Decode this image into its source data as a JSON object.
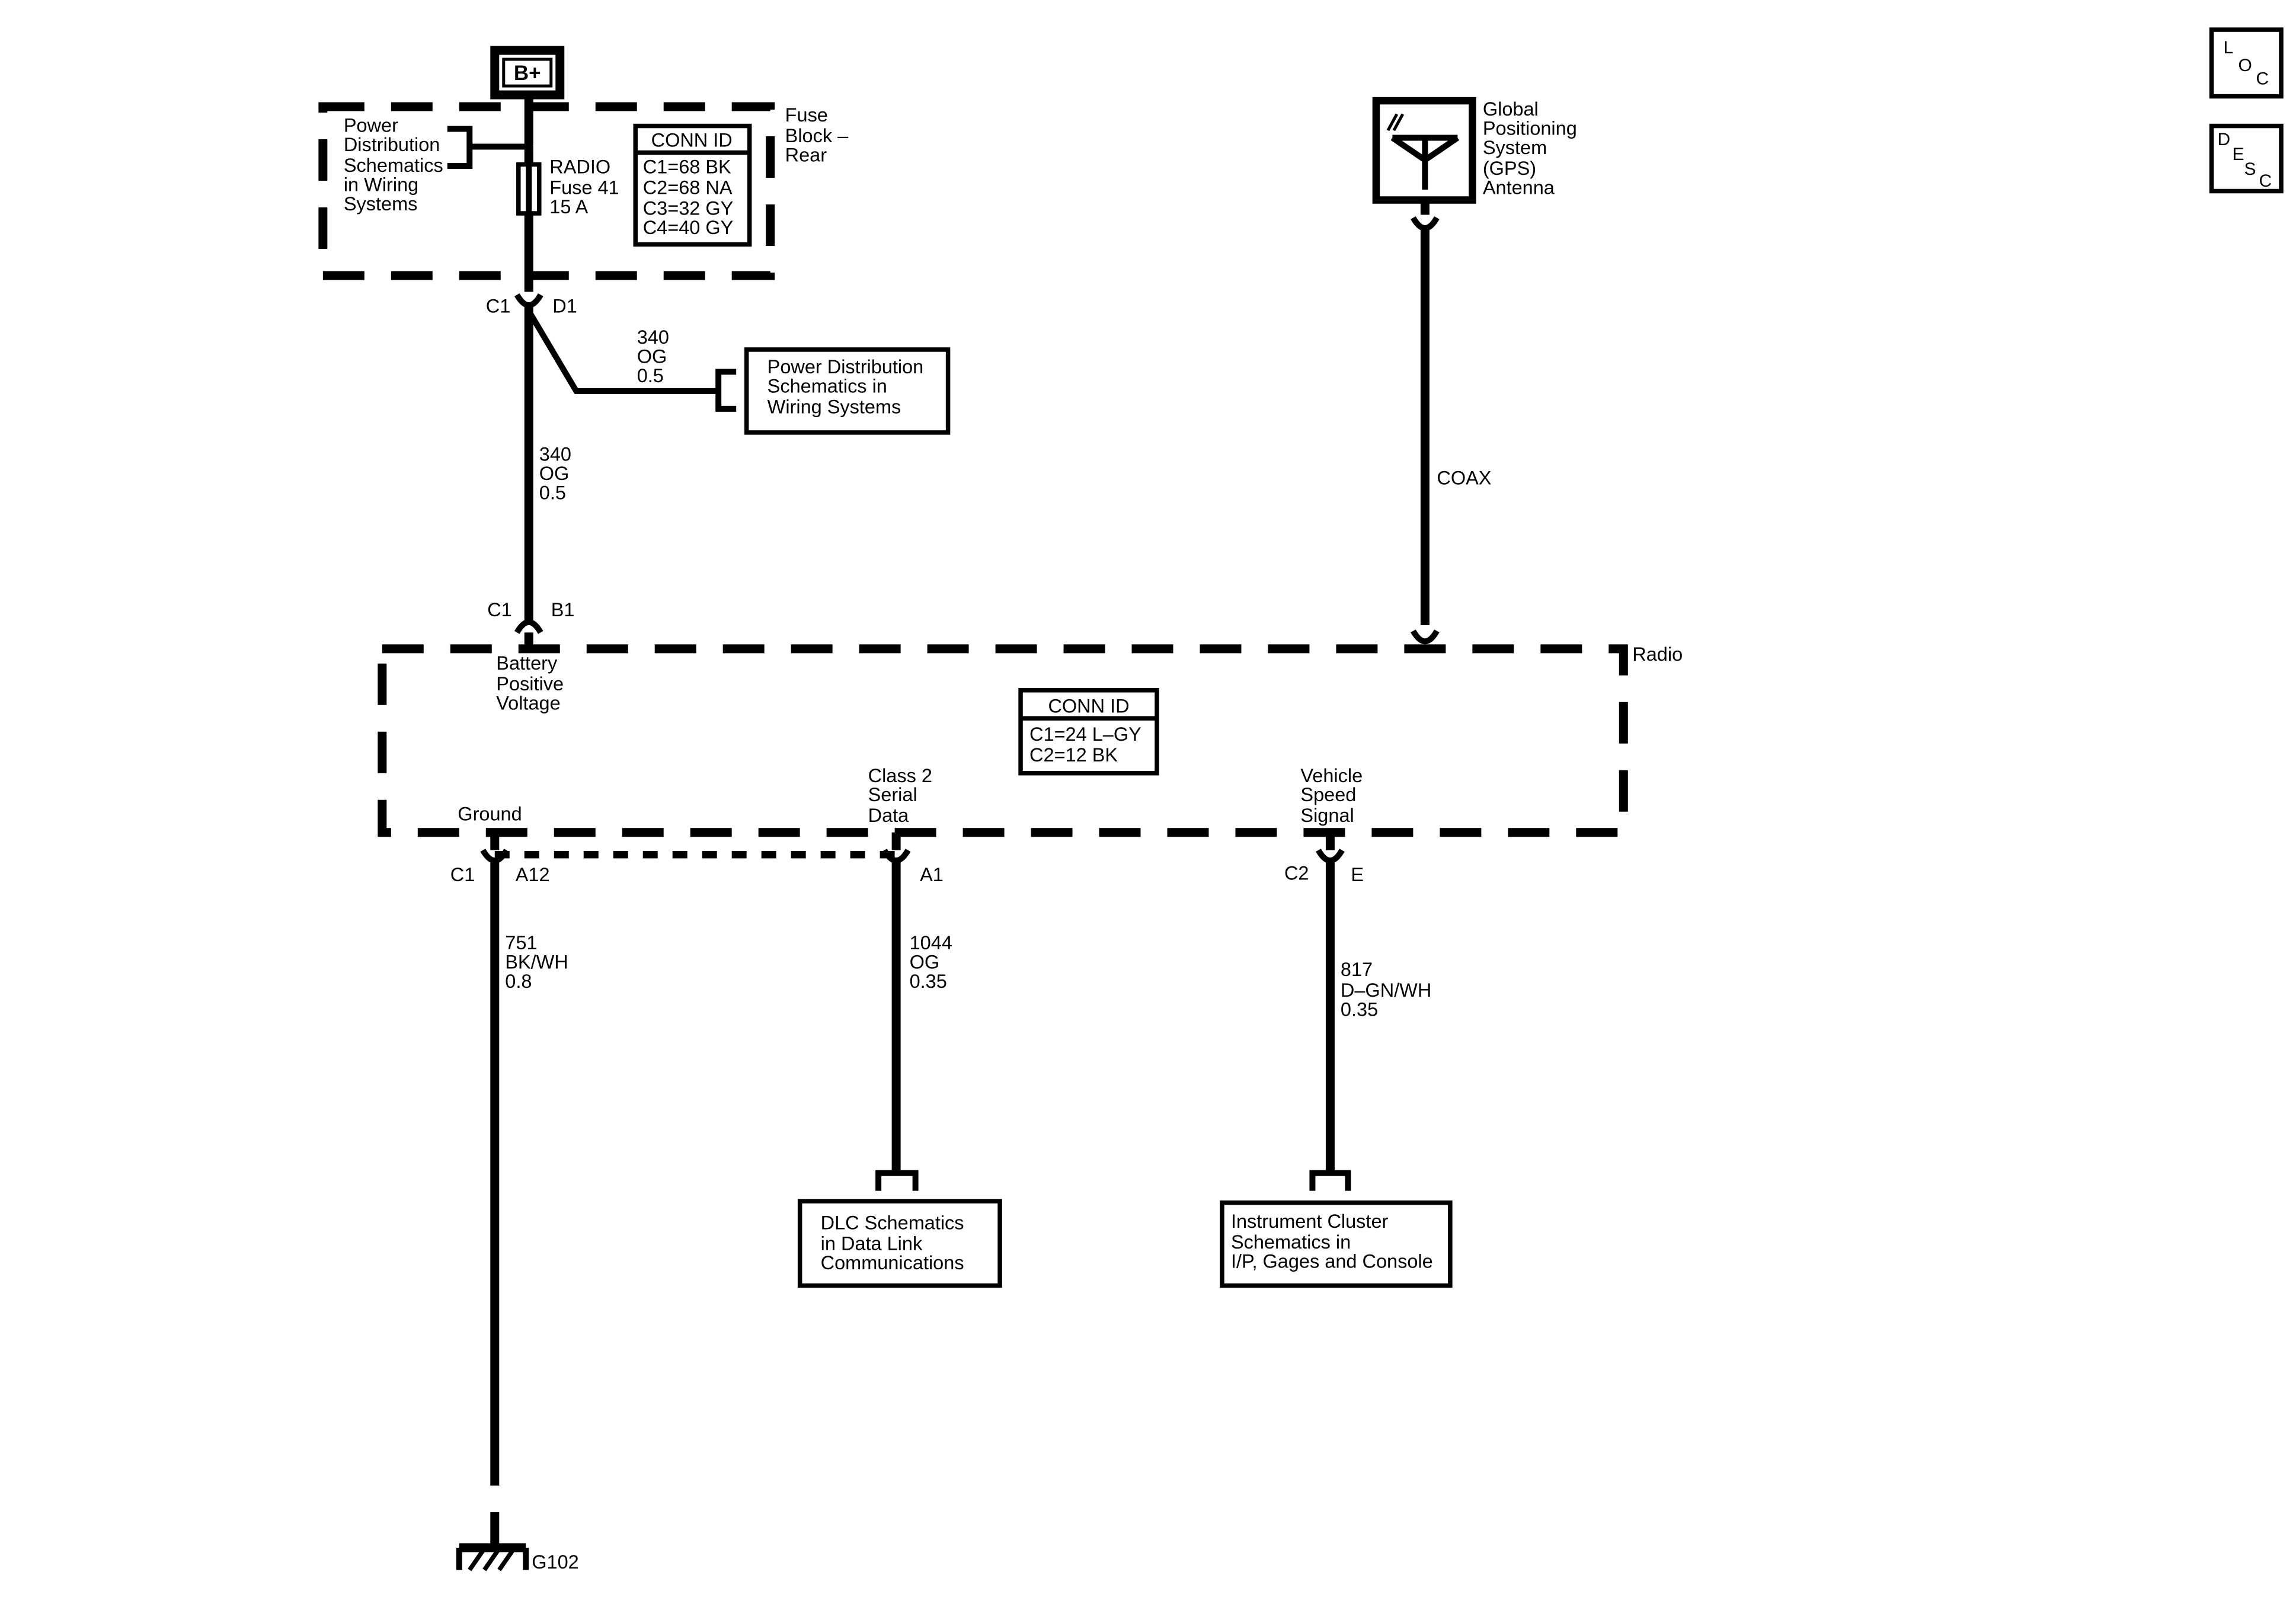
{
  "battery": {
    "label": "B+"
  },
  "fuse_block": {
    "title": [
      "Fuse",
      "Block –",
      "Rear"
    ],
    "ref_text": [
      "Power",
      "Distribution",
      "Schematics",
      "in Wiring",
      "Systems"
    ],
    "fuse_label": [
      "RADIO",
      "Fuse 41",
      "15 A"
    ],
    "conn_id": {
      "title": "CONN ID",
      "rows": [
        "C1=68 BK",
        "C2=68 NA",
        "C3=32 GY",
        "C4=40 GY"
      ]
    },
    "out_connector": {
      "left": "C1",
      "right": "D1"
    }
  },
  "splice_branch": {
    "wire": [
      "340",
      "OG",
      "0.5"
    ],
    "ref_box": [
      "Power Distribution",
      "Schematics in",
      "Wiring Systems"
    ]
  },
  "feed_wire": {
    "label": [
      "340",
      "OG",
      "0.5"
    ]
  },
  "radio": {
    "title": "Radio",
    "in_connector": {
      "left": "C1",
      "right": "B1"
    },
    "battery_pin_label": [
      "Battery",
      "Positive",
      "Voltage"
    ],
    "conn_id": {
      "title": "CONN ID",
      "rows": [
        "C1=24 L–GY",
        "C2=12 BK"
      ]
    },
    "pins": {
      "ground": {
        "label": [
          "Ground"
        ],
        "conn": "C1",
        "pin": "A12"
      },
      "serial": {
        "label": [
          "Class 2",
          "Serial",
          "Data"
        ],
        "pin": "A1"
      },
      "vss": {
        "label": [
          "Vehicle",
          "Speed",
          "Signal"
        ],
        "conn": "C2",
        "pin": "E"
      }
    }
  },
  "gps": {
    "label": [
      "Global",
      "Positioning",
      "System",
      "(GPS)",
      "Antenna"
    ],
    "coax": "COAX"
  },
  "wires": {
    "ground": [
      "751",
      "BK/WH",
      "0.8"
    ],
    "serial": [
      "1044",
      "OG",
      "0.35"
    ],
    "vss": [
      "817",
      "D–GN/WH",
      "0.35"
    ]
  },
  "destinations": {
    "dlc": [
      "DLC Schematics",
      "in Data Link",
      "Communications"
    ],
    "cluster": [
      "Instrument Cluster",
      "Schematics in",
      "I/P, Gages and Console"
    ]
  },
  "ground_point": "G102",
  "side_buttons": {
    "loc": [
      "L",
      "O",
      "C"
    ],
    "desc": [
      "D",
      "E",
      "S",
      "C"
    ]
  }
}
